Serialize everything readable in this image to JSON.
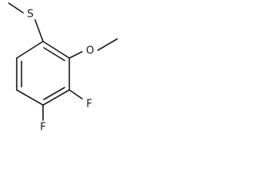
{
  "molecule": {
    "atoms": {
      "sulfur": "S",
      "oxygen": "O",
      "fluorine_upper": "F",
      "fluorine_lower": "F"
    }
  }
}
